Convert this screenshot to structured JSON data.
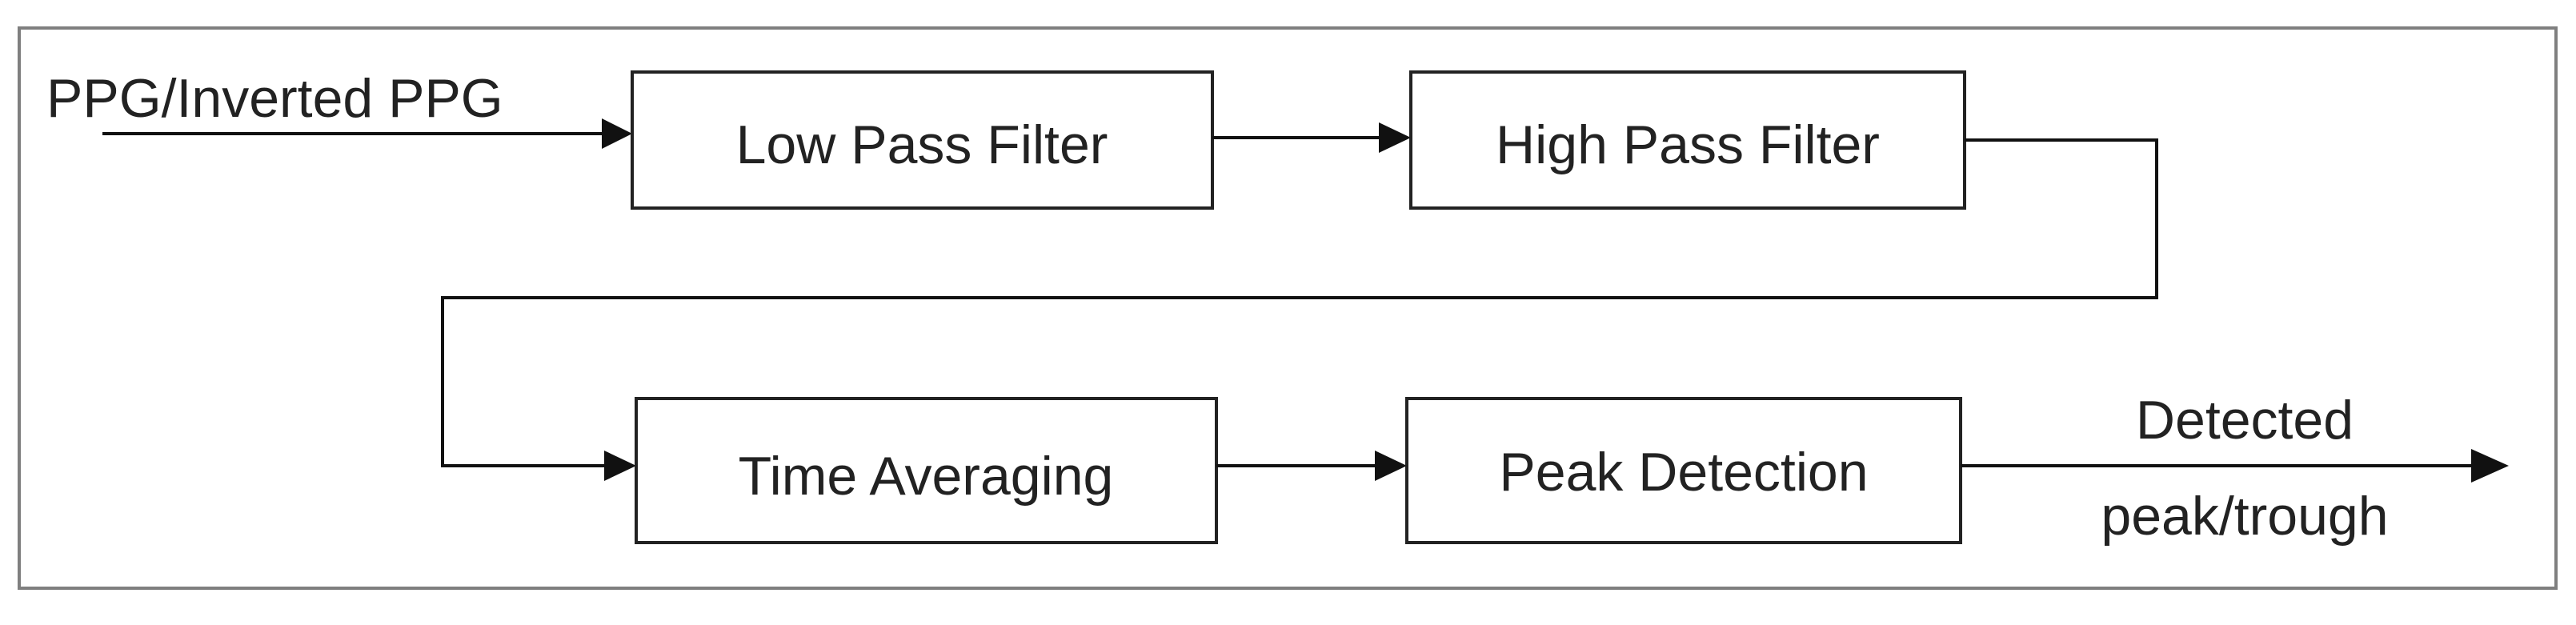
{
  "diagram": {
    "input_label": "PPG/Inverted PPG",
    "blocks": {
      "low_pass": "Low Pass Filter",
      "high_pass": "High Pass Filter",
      "time_averaging": "Time Averaging",
      "peak_detection": "Peak Detection"
    },
    "output_label": {
      "line1": "Detected",
      "line2": "peak/trough"
    }
  }
}
